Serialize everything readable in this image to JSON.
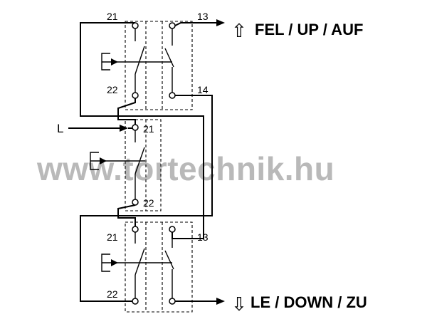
{
  "diagram": {
    "watermark": "www.tortechnik.hu",
    "directions": {
      "up_label": "FEL / UP / AUF",
      "up_arrow": "⇧",
      "down_label": "LE / DOWN / ZU",
      "down_arrow": "⇩"
    },
    "input_label": "L",
    "switches": {
      "top": {
        "nc_in": "21",
        "nc_out": "22",
        "no_in": "13",
        "no_out": "14"
      },
      "middle": {
        "nc_in": "21",
        "nc_out": "22"
      },
      "bottom": {
        "nc_in": "21",
        "nc_out": "22",
        "no_in": "13"
      }
    }
  }
}
